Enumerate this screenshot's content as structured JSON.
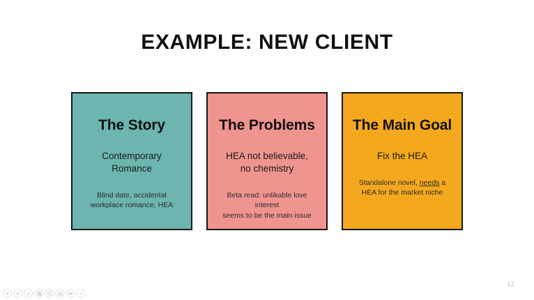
{
  "slide": {
    "title": "EXAMPLE: NEW CLIENT",
    "page_number": "12",
    "background_color": "#ffffff"
  },
  "cards": [
    {
      "id": "story",
      "heading": "The Story",
      "subtitle": "Contemporary\nRomance",
      "subtitle_line1": "Contemporary",
      "subtitle_line2": "Romance",
      "note_line1": "Blind date, accidental",
      "note_line2": "workplace romance, HEA",
      "color": "#6CB6AF",
      "border_color": "#161616"
    },
    {
      "id": "problems",
      "heading": "The Problems",
      "subtitle_line1": "HEA not believable,",
      "subtitle_line2": "no chemistry",
      "note_line1": "Beta read: unlikable love interest",
      "note_line2": "seems to be the main issue",
      "color": "#F09490",
      "border_color": "#161616"
    },
    {
      "id": "main-goal",
      "heading": "The Main Goal",
      "subtitle_line1": "Fix the HEA",
      "subtitle_line2": "",
      "note_line1_a": "Standalone novel, ",
      "note_line1_underlined": "needs",
      "note_line1_b": " a",
      "note_line2": "HEA for the market niche",
      "color": "#F4A81E",
      "border_color": "#161616"
    }
  ],
  "player_toolbar": {
    "buttons": [
      {
        "name": "previous-slide-icon",
        "label": "Previous"
      },
      {
        "name": "play-icon",
        "label": "Play"
      },
      {
        "name": "pen-icon",
        "label": "Pen"
      },
      {
        "name": "copy-icon",
        "label": "Copy"
      },
      {
        "name": "zoom-icon",
        "label": "Zoom"
      },
      {
        "name": "caption-icon",
        "label": "Captions"
      },
      {
        "name": "present-icon",
        "label": "Present"
      },
      {
        "name": "more-icon",
        "label": "More"
      }
    ]
  }
}
